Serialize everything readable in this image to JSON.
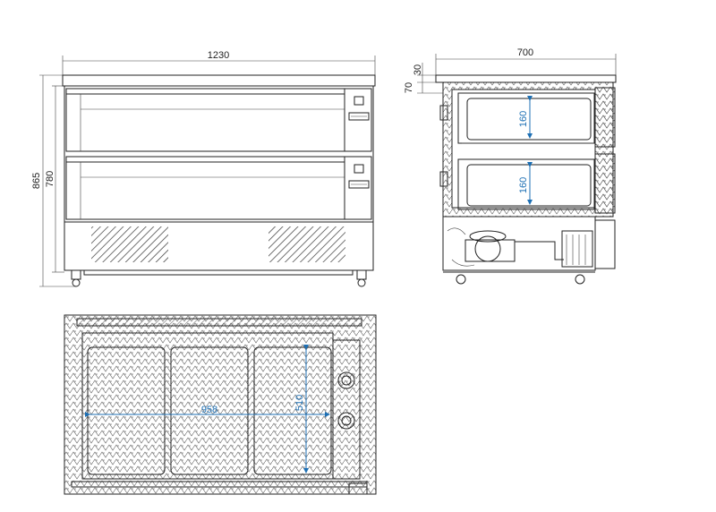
{
  "front_view": {
    "width_label": "1230",
    "total_height_label": "865",
    "body_height_label": "780"
  },
  "side_view": {
    "depth_label": "700",
    "top_offset_label": "30",
    "top_gap_label": "70",
    "upper_drawer_height_label": "160",
    "lower_drawer_height_label": "160"
  },
  "top_view": {
    "inner_width_label": "958",
    "inner_depth_label": "510"
  },
  "colors": {
    "line": "#222222",
    "dimension_blue": "#1c6fb4",
    "background": "#ffffff"
  }
}
